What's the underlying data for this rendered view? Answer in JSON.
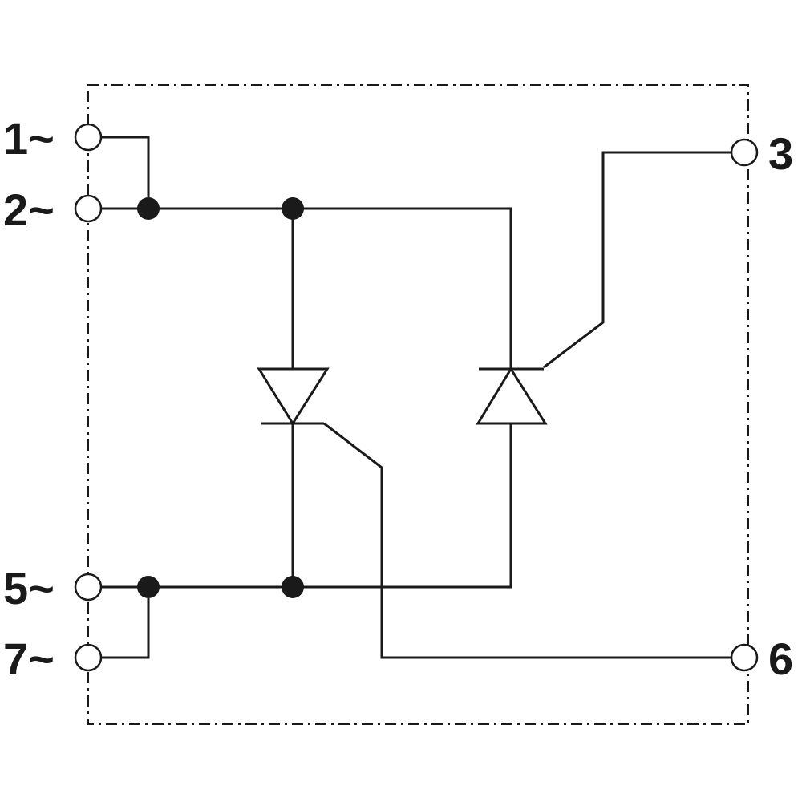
{
  "terminals": {
    "t1": "1~",
    "t2": "2~",
    "t5": "5~",
    "t7": "7~",
    "t3": "3",
    "t6": "6"
  },
  "colors": {
    "line": "#1a1a1a",
    "background": "#ffffff"
  },
  "components": {
    "thyristor_left": "thyristor-down-icon",
    "thyristor_right": "thyristor-up-icon"
  }
}
